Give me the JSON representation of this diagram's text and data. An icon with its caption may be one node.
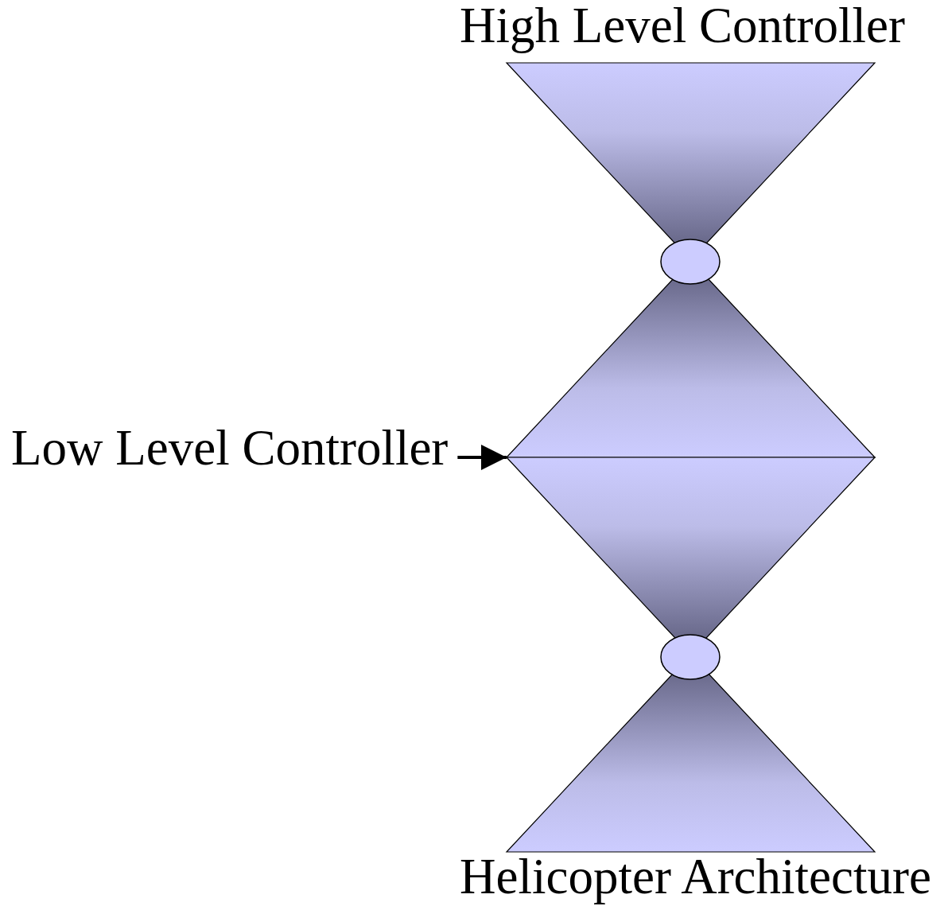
{
  "diagram": {
    "nodes": [
      {
        "text": [
          "High Level Controller"
        ]
      },
      {
        "text": [],
        "shape": "ellipse"
      },
      {
        "text": [],
        "shape": "triangle"
      },
      {
        "text": [
          "Low Level Controller"
        ]
      },
      {
        "text": [],
        "shape": "triangle"
      },
      {
        "text": [],
        "shape": "ellipse"
      },
      {
        "text": [
          "Helicopter Architecture"
        ]
      }
    ],
    "edges": [
      {
        "from": 3,
        "to": 2,
        "arrow": "to"
      }
    ]
  }
}
